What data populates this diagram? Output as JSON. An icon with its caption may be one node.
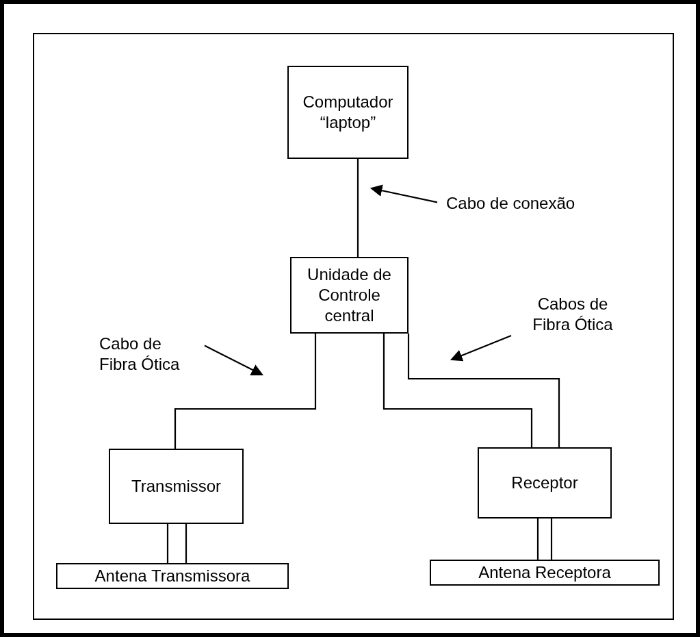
{
  "diagram": {
    "nodes": [
      {
        "text": [
          "Computador “laptop”"
        ]
      },
      {
        "text": [
          "Unidade de Controle central"
        ]
      },
      {
        "text": [
          "Transmissor"
        ]
      },
      {
        "text": [
          "Receptor"
        ]
      },
      {
        "text": [
          "Antena Transmissora"
        ]
      },
      {
        "text": [
          "Antena Receptora"
        ]
      },
      {
        "text": [
          "Cabo de conexão"
        ]
      },
      {
        "text": [
          "Cabo de Fibra Ótica"
        ]
      },
      {
        "text": [
          "Cabos de Fibra Ótica"
        ]
      }
    ],
    "edges": [
      {
        "from": 0,
        "to": 1,
        "arrow": "none"
      },
      {
        "from": 1,
        "to": 2,
        "arrow": "none"
      },
      {
        "from": 1,
        "to": 3,
        "arrow": "none"
      },
      {
        "from": 1,
        "to": 3,
        "arrow": "none"
      },
      {
        "from": 2,
        "to": 4,
        "arrow": "none"
      },
      {
        "from": 2,
        "to": 4,
        "arrow": "none"
      },
      {
        "from": 3,
        "to": 5,
        "arrow": "none"
      },
      {
        "from": 3,
        "to": 5,
        "arrow": "none"
      },
      {
        "from": 6,
        "to": null,
        "arrow": "to"
      },
      {
        "from": 7,
        "to": null,
        "arrow": "to"
      },
      {
        "from": 8,
        "to": null,
        "arrow": "to"
      }
    ]
  }
}
